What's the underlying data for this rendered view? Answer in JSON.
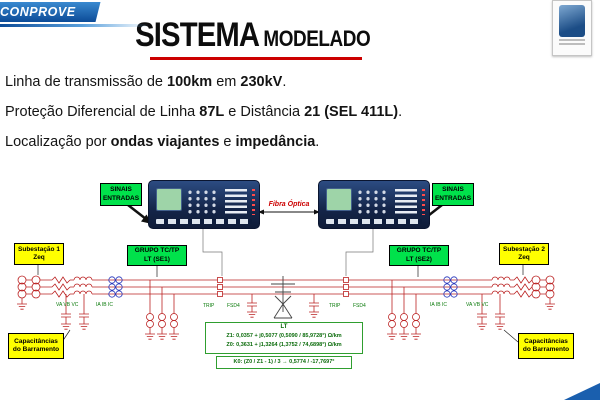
{
  "colors": {
    "brand_blue": "#1a5fae",
    "accent_red": "#cc0000",
    "box_green": "#00e24b",
    "box_yellow": "#ffff00"
  },
  "header": {
    "logo": "CONPROVE",
    "title_main": "SISTEMA",
    "title_sub": "MODELADO"
  },
  "bullets": {
    "b1": {
      "pre": "Linha de transmissão de ",
      "bold1": "100km",
      "mid": " em ",
      "bold2": "230kV",
      "end": "."
    },
    "b2": {
      "pre": "Proteção Diferencial de Linha ",
      "bold1": "87L",
      "mid": " e Distância ",
      "bold2": "21 (SEL 411L)",
      "end": "."
    },
    "b3": {
      "pre": "Localização por ",
      "bold1": "ondas viajantes",
      "mid": " e ",
      "bold2": "impedância",
      "end": "."
    }
  },
  "diagram": {
    "sinais": {
      "l1": "SINAIS",
      "l2": "ENTRADAS"
    },
    "grupo_se1": {
      "l1": "GRUPO TC/TP",
      "l2": "LT (SE1)"
    },
    "grupo_se2": {
      "l1": "GRUPO TC/TP",
      "l2": "LT (SE2)"
    },
    "sub1": {
      "l1": "Subestação 1",
      "l2": "Zeq"
    },
    "sub2": {
      "l1": "Subestação 2",
      "l2": "Zeq"
    },
    "cap": {
      "l1": "Capacitâncias",
      "l2": "do Barramento"
    },
    "fibra": "Fibra Óptica",
    "lt": {
      "title": "LT",
      "z1": "Z1: 0,0357 + j0,5077 (0,5090 / 85,9728°) Ω/km",
      "z0": "Z0: 0,3631 + j1,3264 (1,3752 / 74,6898°) Ω/km",
      "k0": "K0: (Z0 / Z1 - 1) / 3 → 0,5774 / -17,7697°"
    },
    "labels": {
      "trip": "TRIP",
      "fsd4": "FSD4",
      "v": "VA VB VC",
      "i": "IA IB IC"
    }
  }
}
